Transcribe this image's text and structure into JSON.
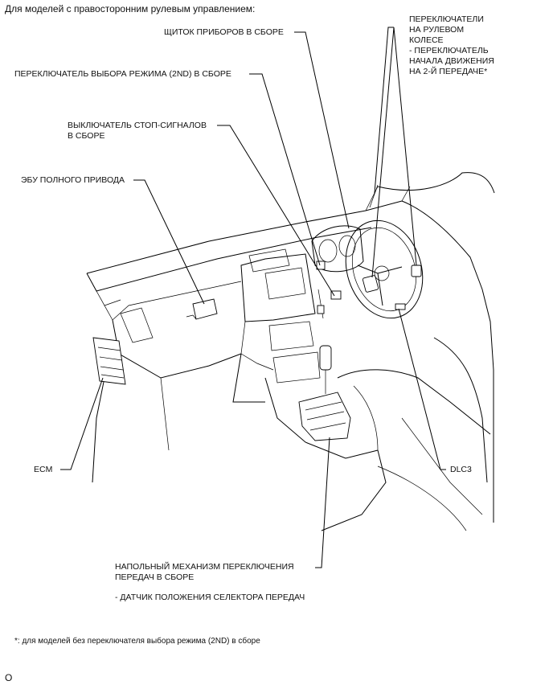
{
  "header": "Для моделей с правосторонним рулевым управлением:",
  "labels": {
    "steering_switches": "ПЕРЕКЛЮЧАТЕЛИ\nНА РУЛЕВОМ\nКОЛЕСЕ\n- ПЕРЕКЛЮЧАТЕЛЬ\nНАЧАЛА ДВИЖЕНИЯ\nНА 2-Й ПЕРЕДАЧЕ*",
    "instrument_cluster": "ЩИТОК ПРИБОРОВ В СБОРЕ",
    "mode_switch": "ПЕРЕКЛЮЧАТЕЛЬ ВЫБОРА РЕЖИМА (2ND) В СБОРЕ",
    "stop_light_switch": "ВЫКЛЮЧАТЕЛЬ СТОП-СИГНАЛОВ\nВ СБОРЕ",
    "awd_ecu": "ЭБУ ПОЛНОГО ПРИВОДА",
    "ecm": "ECM",
    "dlc3": "DLC3",
    "shift_lever": "НАПОЛЬНЫЙ МЕХАНИЗМ ПЕРЕКЛЮЧЕНИЯ\nПЕРЕДАЧ В СБОРЕ",
    "shift_sensor": "- ДАТЧИК ПОЛОЖЕНИЯ СЕЛЕКТОРА ПЕРЕДАЧ"
  },
  "footnote": "*: для моделей без переключателя выбора режима (2ND) в сборе",
  "corner_mark": "O"
}
